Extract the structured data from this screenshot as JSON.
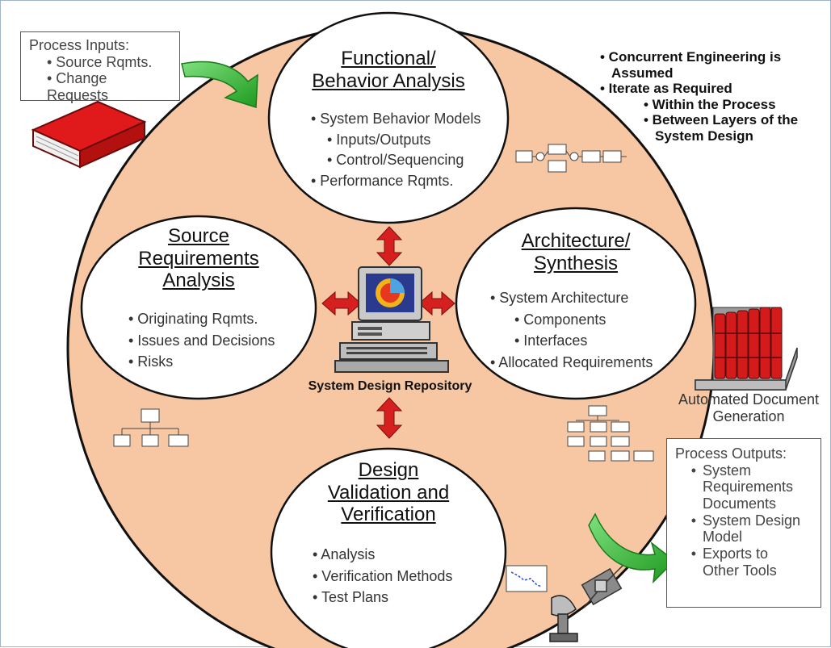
{
  "process_inputs": {
    "title": "Process Inputs:",
    "items": [
      "• Source Rqmts.",
      "• Change Requests"
    ]
  },
  "process_outputs": {
    "title": "Process Outputs:",
    "items": [
      "System Requirements Documents",
      "System Design Model",
      "Exports to Other Tools"
    ]
  },
  "notes": {
    "line1": "• Concurrent Engineering is",
    "line2": "Assumed",
    "line3": "• Iterate as Required",
    "line4": "• Within the Process",
    "line5": "• Between Layers of the",
    "line6": "System Design"
  },
  "functional": {
    "title1": "Functional/",
    "title2": "Behavior Analysis",
    "items": [
      "• System Behavior Models",
      "• Inputs/Outputs",
      "• Control/Sequencing",
      "• Performance Rqmts."
    ]
  },
  "source_req": {
    "title1": "Source",
    "title2": "Requirements",
    "title3": "Analysis",
    "items": [
      "• Originating Rqmts.",
      "• Issues and Decisions",
      "• Risks"
    ]
  },
  "architecture": {
    "title1": "Architecture/",
    "title2": "Synthesis",
    "items": [
      "• System Architecture",
      "• Components",
      "• Interfaces",
      "• Allocated Requirements"
    ]
  },
  "validation": {
    "title1": "Design",
    "title2": "Validation and",
    "title3": "Verification",
    "items": [
      "• Analysis",
      "• Verification Methods",
      "• Test Plans"
    ]
  },
  "repository_label": "System Design Repository",
  "doc_gen": {
    "line1": "Automated Document",
    "line2": "Generation"
  },
  "colors": {
    "big_circle": "#f7c7a3",
    "arrow_red": "#d61f1f",
    "arrow_green": "#2fb52f",
    "book_red": "#e0191b"
  }
}
